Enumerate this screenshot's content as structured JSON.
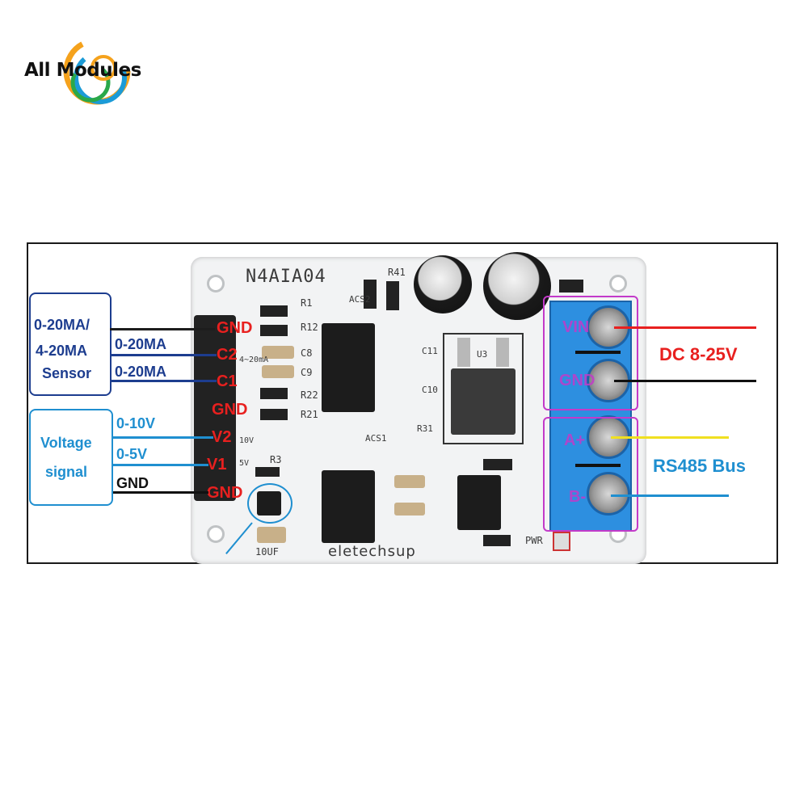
{
  "logo": {
    "text": "All Modules",
    "brand_colors": [
      "#f5a21c",
      "#1b9bd7",
      "#2aa84a"
    ]
  },
  "board": {
    "model": "N4AIA04",
    "maker": "eletechsup",
    "silkscreen": [
      "R41",
      "R1",
      "R12",
      "C8",
      "C9",
      "R22",
      "R21",
      "ACS2",
      "ACS1",
      "C11",
      "C10",
      "R31",
      "U3",
      "R3",
      "10UF",
      "PWR",
      "4~20mA",
      "10V",
      "5V"
    ]
  },
  "pins": [
    {
      "label": "GND"
    },
    {
      "label": "C2"
    },
    {
      "label": "C1"
    },
    {
      "label": "GND"
    },
    {
      "label": "V2"
    },
    {
      "label": "V1"
    },
    {
      "label": "GND"
    }
  ],
  "left": {
    "sensor_box": {
      "line1": "0-20MA/",
      "line2": "4-20MA",
      "line3": "Sensor"
    },
    "current_wires": [
      "0-20MA",
      "0-20MA"
    ],
    "voltage_box": {
      "line1": "Voltage",
      "line2": "signal"
    },
    "voltage_wires": [
      "0-10V",
      "0-5V",
      "GND"
    ]
  },
  "right": {
    "terminals": [
      {
        "label": "VIN"
      },
      {
        "label": "GND"
      },
      {
        "label": "A+"
      },
      {
        "label": "B-"
      }
    ],
    "power_label": "DC 8-25V",
    "bus_label": "RS485 Bus"
  },
  "colors": {
    "red": "#e8201f",
    "navy": "#1d3d8f",
    "blue": "#1f8fd0",
    "yellow": "#f0e020",
    "terminal": "#2d8fe0"
  }
}
